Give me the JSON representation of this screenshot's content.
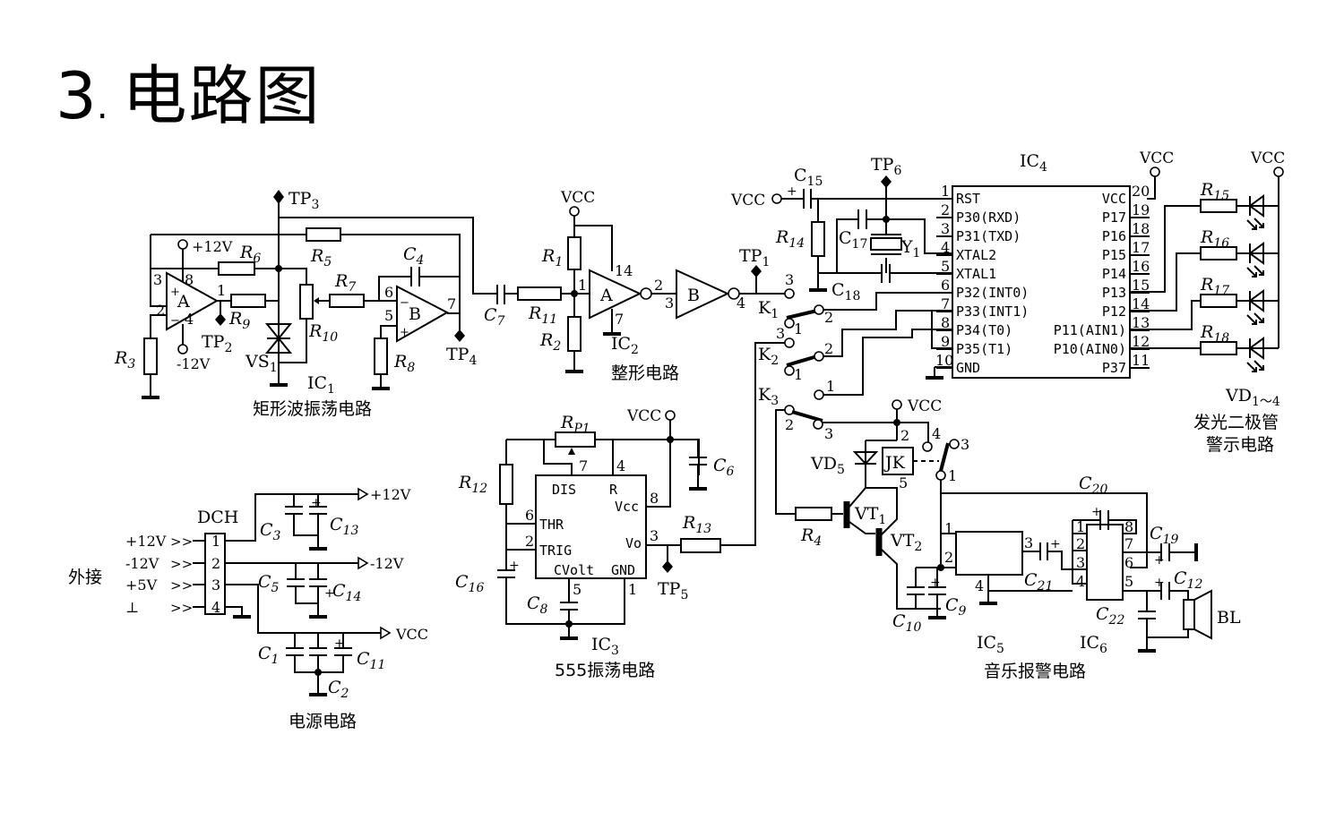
{
  "title": {
    "number": "3",
    "text": "电路图"
  },
  "sections": {
    "rect_osc": {
      "ic": "IC",
      "ic_sub": "1",
      "caption": "矩形波振荡电路"
    },
    "shaper": {
      "ic": "IC",
      "ic_sub": "2",
      "caption": "整形电路"
    },
    "mcu": {
      "ic": "IC",
      "ic_sub": "4"
    },
    "led": {
      "vd": "VD",
      "vd_sub": "1～4",
      "caption1": "发光二极管",
      "caption2": "警示电路"
    },
    "power": {
      "connector": "DCH",
      "external": "外接",
      "caption": "电源电路"
    },
    "timer555": {
      "ic": "IC",
      "ic_sub": "3",
      "caption": "555振荡电路"
    },
    "alarm": {
      "ic5": "IC",
      "ic5_sub": "5",
      "ic6": "IC",
      "ic6_sub": "6",
      "caption": "音乐报警电路"
    }
  },
  "labels": {
    "plus12v": "+12V",
    "minus12v": "-12V",
    "plus5v": "+5V",
    "vcc": "VCC",
    "gnd_sym": "⊥",
    "tp": "TP",
    "vs": "VS",
    "vd5": "VD",
    "vt": "VT",
    "jk": "JK",
    "bl": "BL",
    "y": "Y",
    "opamp_a": "A",
    "opamp_b": "B",
    "gate_a": "A",
    "gate_b": "B",
    "R": "R",
    "C": "C",
    "K": "K",
    "Rp": "R",
    "Rp_sub": "P1"
  },
  "mcu_pins_left": [
    {
      "num": "1",
      "name": "RST"
    },
    {
      "num": "2",
      "name": "P30(RXD)"
    },
    {
      "num": "3",
      "name": "P31(TXD)"
    },
    {
      "num": "4",
      "name": "XTAL2"
    },
    {
      "num": "5",
      "name": "XTAL1"
    },
    {
      "num": "6",
      "name": "P32(INT0)"
    },
    {
      "num": "7",
      "name": "P33(INT1)"
    },
    {
      "num": "8",
      "name": "P34(T0)"
    },
    {
      "num": "9",
      "name": "P35(T1)"
    },
    {
      "num": "10",
      "name": "GND"
    }
  ],
  "mcu_pins_right": [
    {
      "num": "20",
      "name": "VCC"
    },
    {
      "num": "19",
      "name": "P17"
    },
    {
      "num": "18",
      "name": "P16"
    },
    {
      "num": "17",
      "name": "P15"
    },
    {
      "num": "16",
      "name": "P14"
    },
    {
      "num": "15",
      "name": "P13"
    },
    {
      "num": "14",
      "name": "P12"
    },
    {
      "num": "13",
      "name": "P11(AIN1)"
    },
    {
      "num": "12",
      "name": "P10(AIN0)"
    },
    {
      "num": "11",
      "name": "P37"
    }
  ],
  "timer_pins": {
    "dis": "DIS",
    "r": "R",
    "vcc": "Vcc",
    "thr": "THR",
    "trig": "TRIG",
    "vo": "Vo",
    "cvolt": "CVolt",
    "gnd": "GND"
  },
  "power_pins": [
    "1",
    "2",
    "3",
    "4"
  ],
  "power_inputs": [
    "+12V",
    "-12V",
    "+5V",
    "⊥"
  ],
  "arrows": ">>"
}
